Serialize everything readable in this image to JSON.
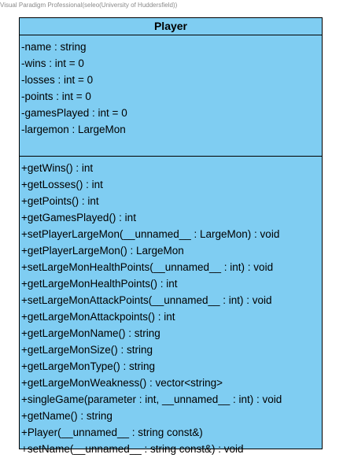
{
  "watermark": "Visual Paradigm Professional(seleo(University of Huddersfield))",
  "class": {
    "name": "Player",
    "attributes": [
      "-name : string",
      "-wins : int = 0",
      "-losses : int = 0",
      "-points : int = 0",
      "-gamesPlayed : int = 0",
      "-largemon : LargeMon"
    ],
    "operations": [
      "+getWins() : int",
      "+getLosses() : int",
      "+getPoints() : int",
      "+getGamesPlayed() : int",
      "+setPlayerLargeMon(__unnamed__ : LargeMon) : void",
      "+getPlayerLargeMon() : LargeMon",
      "+setLargeMonHealthPoints(__unnamed__ : int) : void",
      "+getLargeMonHealthPoints() : int",
      "+setLargeMonAttackPoints(__unnamed__ : int) : void",
      "+getLargeMonAttackpoints() : int",
      "+getLargeMonName() : string",
      "+getLargeMonSize() : string",
      "+getLargeMonType() : string",
      "+getLargeMonWeakness() : vector<string>",
      "+singleGame(parameter : int, __unnamed__ : int) : void",
      "+getName() : string",
      "+Player(__unnamed__ : string const&)",
      "+setName(__unnamed__ : string const&) : void"
    ]
  },
  "colors": {
    "class_fill": "#7fcdf2",
    "border": "#000000"
  }
}
